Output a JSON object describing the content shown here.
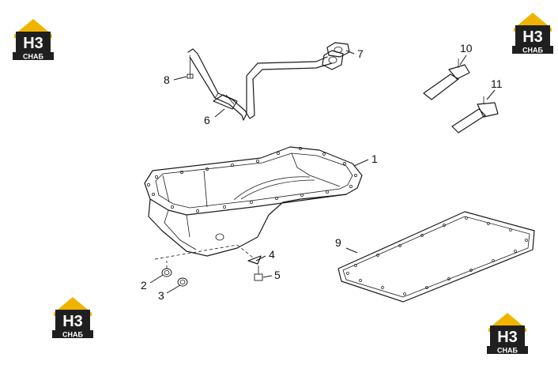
{
  "diagram": {
    "brand": {
      "logo_glyph": "H3",
      "logo_text": "СНАБ",
      "colors": {
        "roof": "#f0b400",
        "dark": "#1f1f1f",
        "text": "#ffffff"
      }
    },
    "callouts": [
      "1",
      "2",
      "3",
      "4",
      "5",
      "6",
      "7",
      "8",
      "9",
      "10",
      "11"
    ]
  }
}
